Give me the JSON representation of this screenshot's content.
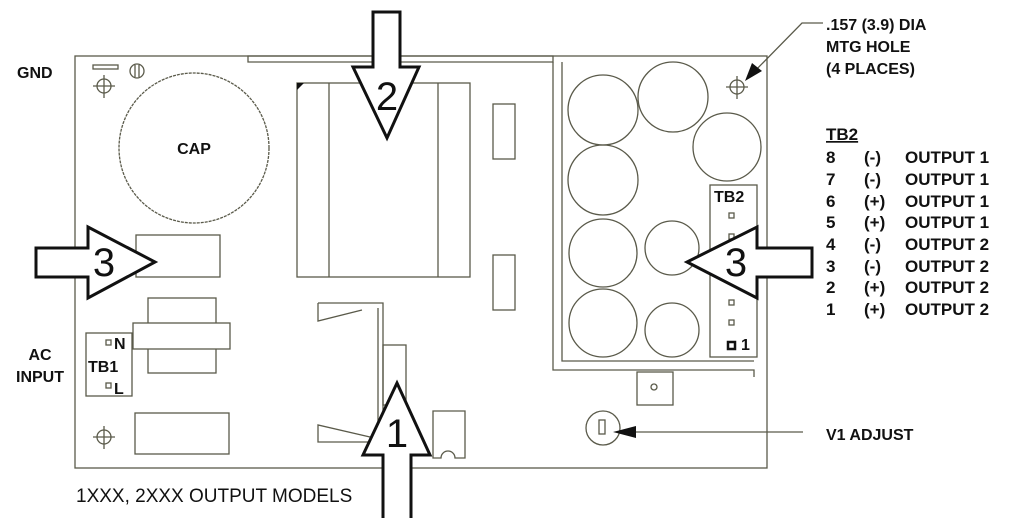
{
  "labels": {
    "gnd": "GND",
    "cap": "CAP",
    "ac_input_line1": "AC",
    "ac_input_line2": "INPUT",
    "tb1": "TB1",
    "tb1_n": "N",
    "tb1_l": "L",
    "tb2_board": "TB2",
    "tb2_pin1": "1",
    "mtg_hole_line1": ".157 (3.9) DIA",
    "mtg_hole_line2": "MTG HOLE",
    "mtg_hole_line3": "(4 PLACES)",
    "v1_adjust": "V1 ADJUST",
    "models": "1XXX, 2XXX OUTPUT MODELS"
  },
  "arrows": {
    "top": "2",
    "bottom": "1",
    "left": "3",
    "right": "3"
  },
  "tb2_legend": {
    "title": "TB2",
    "rows": [
      {
        "pin": "8",
        "polarity": "(-)",
        "output": "OUTPUT 1"
      },
      {
        "pin": "7",
        "polarity": "(-)",
        "output": "OUTPUT 1"
      },
      {
        "pin": "6",
        "polarity": "(+)",
        "output": "OUTPUT 1"
      },
      {
        "pin": "5",
        "polarity": "(+)",
        "output": "OUTPUT 1"
      },
      {
        "pin": "4",
        "polarity": "(-)",
        "output": "OUTPUT 2"
      },
      {
        "pin": "3",
        "polarity": "(-)",
        "output": "OUTPUT 2"
      },
      {
        "pin": "2",
        "polarity": "(+)",
        "output": "OUTPUT 2"
      },
      {
        "pin": "1",
        "polarity": "(+)",
        "output": "OUTPUT 2"
      }
    ]
  }
}
